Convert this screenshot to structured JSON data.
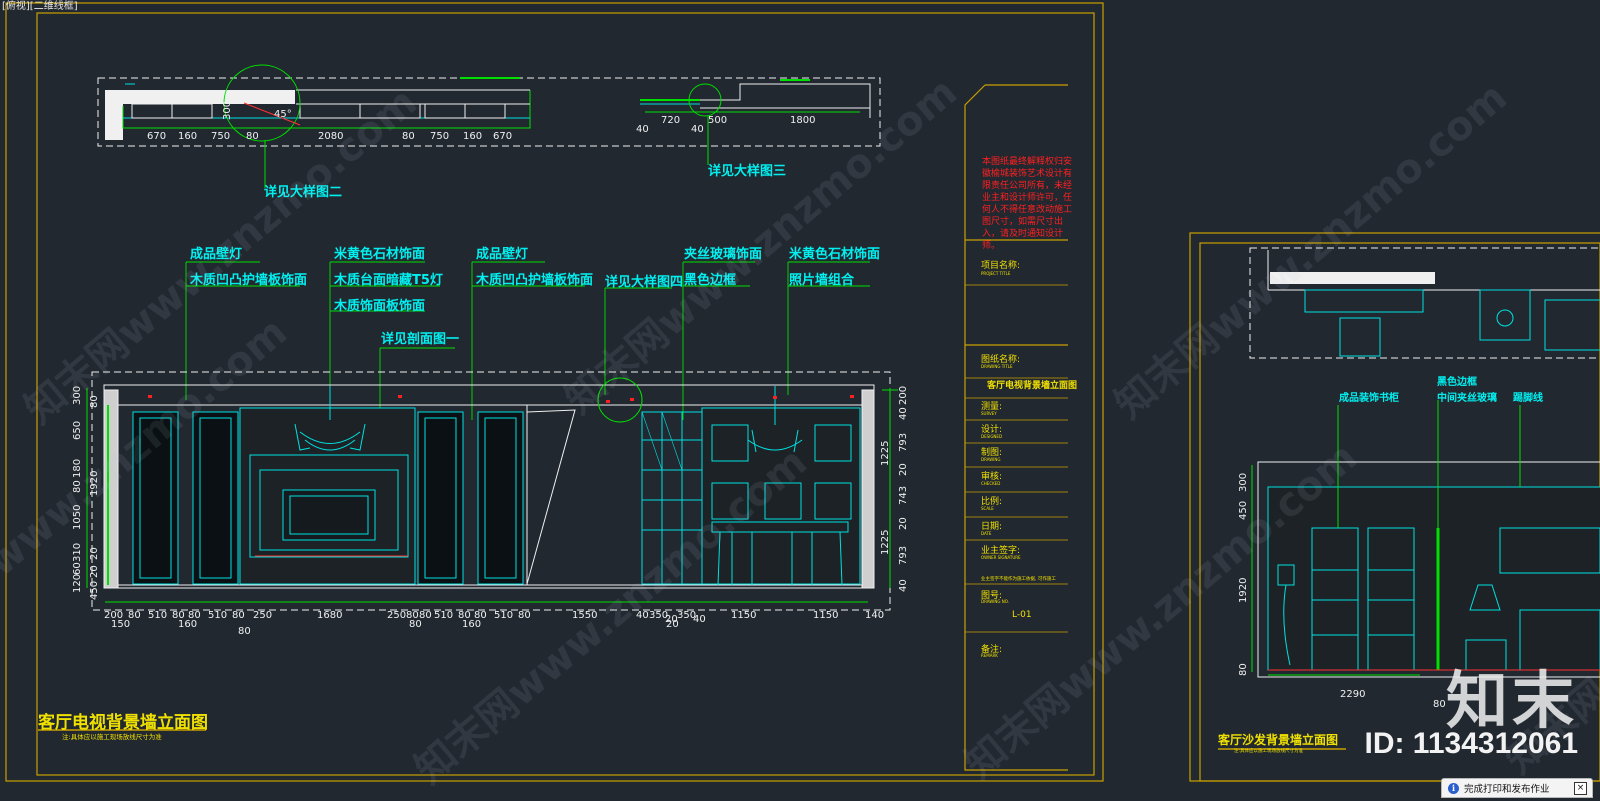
{
  "viewport": {
    "label": "[俯视][二维线框]"
  },
  "plan": {
    "dims_left": [
      "670",
      "160",
      "750",
      "80",
      "2080",
      "80",
      "750",
      "160",
      "670"
    ],
    "angle": "45°",
    "dim_300": "300",
    "dims_right": [
      "40",
      "720",
      "40",
      "500",
      "1800"
    ],
    "detail2": "详见大样图二",
    "detail3": "详见大样图三"
  },
  "annotations": {
    "c1a": "成品壁灯",
    "c1b": "木质凹凸护墙板饰面",
    "c2a": "米黄色石材饰面",
    "c2b": "木质台面暗藏T5灯",
    "c2c": "木质饰面板饰面",
    "section1": "详见剖面图一",
    "c3a": "成品壁灯",
    "c3b": "木质凹凸护墙板饰面",
    "detail4": "详见大样图四",
    "c4a": "夹丝玻璃饰面",
    "c4b": "黑色边框",
    "c5a": "米黄色石材饰面",
    "c5b": "照片墙组合"
  },
  "elevation": {
    "left_dims": [
      "300",
      "80",
      "650",
      "180",
      "1920",
      "80",
      "1050",
      "20",
      "310",
      "60",
      "20",
      "450",
      "120"
    ],
    "right_dims": [
      "200",
      "40",
      "1225",
      "793",
      "20",
      "743",
      "20",
      "1225",
      "793",
      "40"
    ],
    "bottom_top": [
      "200",
      "80",
      "510",
      "80",
      "80",
      "510",
      "80",
      "250",
      "1680",
      "250",
      "80",
      "80",
      "510",
      "80",
      "80",
      "510",
      "80",
      "1550",
      "40",
      "350",
      "20",
      "350",
      "40",
      "1150",
      "1150",
      "140"
    ],
    "bottom_low": [
      "150",
      "160",
      "80",
      "80",
      "160",
      "20"
    ],
    "title": "客厅电视背景墙立面图",
    "note": "注:具体应以施工现场放线尺寸为准"
  },
  "title_block": {
    "statement": "本图纸最终解释权归安徽榆城装饰艺术设计有限责任公司所有，未经业主和设计师许可，任何人不得任意改动施工图尺寸，如需尺寸出入，请及时通知设计师。",
    "project_label": "项目名称:",
    "project_en": "PROJECT TITLE",
    "drawing_label": "图纸名称:",
    "drawing_en": "DRAWING TITLE",
    "drawing_name": "客厅电视背景墙立面图",
    "survey_label": "测量:",
    "survey_en": "SURVEY",
    "design_label": "设计:",
    "design_en": "DESIGNED",
    "draw_label": "制图:",
    "draw_en": "DRAWING",
    "review_label": "审核:",
    "review_en": "CHECKED",
    "scale_label": "比例:",
    "scale_en": "SCALE",
    "date_label": "日期:",
    "date_en": "DATE",
    "owner_label": "业主签字:",
    "owner_en": "OWNER SIGNATURE",
    "owner_note": "业主签字不能作为施工依据, 可作施工",
    "number_label": "图号:",
    "number_en": "DRAWING NO.",
    "number": "L-01",
    "remark_label": "备注:",
    "remark_en": "REMARK"
  },
  "right_view": {
    "a1": "成品装饰书柜",
    "a2": "黑色边框",
    "a3": "中间夹丝玻璃",
    "a4": "踢脚线",
    "dims_v": [
      "300",
      "450",
      "1920",
      "80"
    ],
    "dim_2290": "2290",
    "dim_80": "80",
    "title": "客厅沙发背景墙立面图",
    "note": "注:具体应以施工现场放线尺寸为准"
  },
  "watermark": {
    "text": "知末网www.znzmo.com",
    "brand": "知末",
    "id": "ID: 1134312061"
  },
  "notification": {
    "message": "完成打印和发布作业",
    "close": "×"
  },
  "colors": {
    "background": "#212830",
    "cyan": "#00f0f0",
    "yellow": "#f0e000",
    "red": "#ff2020",
    "white": "#f0f0f0"
  }
}
